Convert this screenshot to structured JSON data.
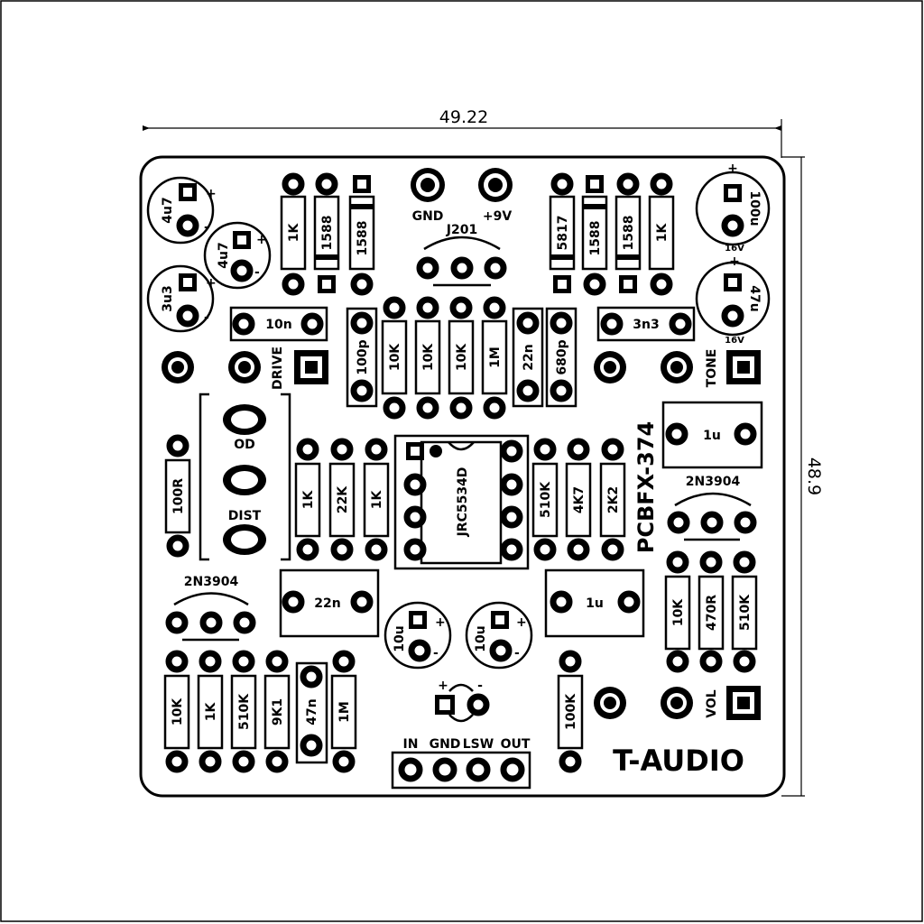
{
  "dimensions": {
    "width": "49.22",
    "height": "48.9"
  },
  "board": {
    "name": "PCBFX-374",
    "brand": "T-AUDIO"
  },
  "connectors": {
    "gnd": "GND",
    "v9": "+9V",
    "in": "IN",
    "gnd2": "GND",
    "lsw": "LSW",
    "out": "OUT"
  },
  "pots": {
    "drive": "DRIVE",
    "tone": "TONE",
    "vol": "VOL"
  },
  "switch": {
    "od": "OD",
    "dist": "DIST"
  },
  "ic": {
    "name": "JRC5534D"
  },
  "transistors": {
    "j1": "J201",
    "q1": "2N3904",
    "q2": "2N3904"
  },
  "resistors": {
    "r_top_left_1k": "1K",
    "r_top_right_1k": "1K",
    "r_mid_10k_a": "10K",
    "r_mid_10k_b": "10K",
    "r_mid_10k_c": "10K",
    "r_mid_1m": "1M",
    "r_100r": "100R",
    "r_1k_a": "1K",
    "r_22k": "22K",
    "r_1k_b": "1K",
    "r_510k_a": "510K",
    "r_4k7": "4K7",
    "r_2k2": "2K2",
    "r_right_10k": "10K",
    "r_470r": "470R",
    "r_right_510k": "510K",
    "r_bot_10k": "10K",
    "r_bot_1k": "1K",
    "r_bot_510k": "510K",
    "r_9k1": "9K1",
    "r_1m": "1M",
    "r_100k": "100K"
  },
  "diodes": {
    "d1": "1588",
    "d2": "1588",
    "d3": "5817",
    "d4": "1588",
    "d5": "1588"
  },
  "capacitors": {
    "c_10n": "10n",
    "c_3n3": "3n3",
    "c_100p": "100p",
    "c_22n_a": "22n",
    "c_680p": "680p",
    "c_1u_a": "1u",
    "c_22n_b": "22n",
    "c_1u_b": "1u",
    "c_47n": "47n"
  },
  "electrolytics": {
    "e1": "4u7",
    "e2": "4u7",
    "e3": "3u3",
    "e4": "100u",
    "e4_v": "16V",
    "e5": "47u",
    "e5_v": "16V",
    "e6": "10u",
    "e7": "10u"
  },
  "polarity": {
    "plus": "+",
    "minus": "-"
  }
}
